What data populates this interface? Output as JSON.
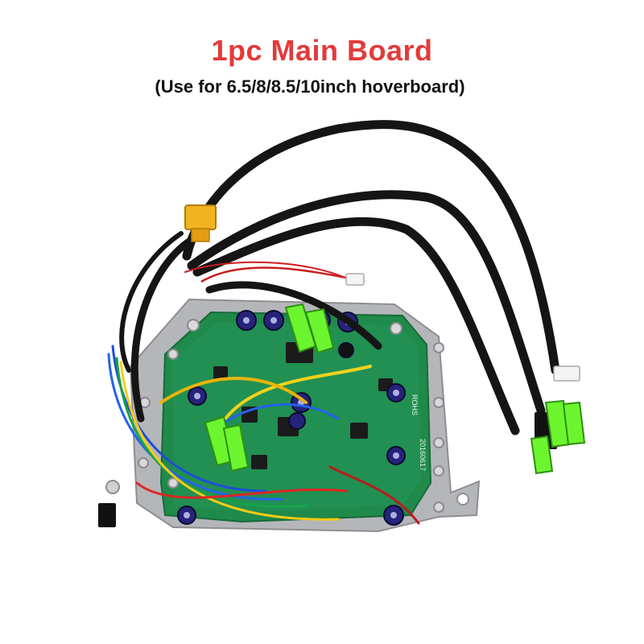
{
  "header": {
    "title": "1pc Main Board",
    "subtitle": "(Use for 6.5/8/8.5/10inch hoverboard)"
  },
  "board": {
    "silkscreen_rohs": "ROHS",
    "silkscreen_date": "20160617"
  },
  "colors": {
    "title": "#e23b3b",
    "subtitle": "#111111",
    "pcb": "#1f8a4a",
    "bracket": "#b7b8bb",
    "cable": "#151515",
    "terminal_sleeve": "#6cf52f",
    "xt60_connector": "#f2b320"
  }
}
